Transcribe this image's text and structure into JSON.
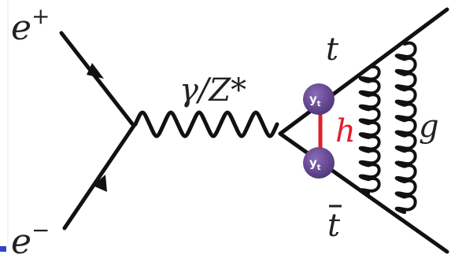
{
  "labels": {
    "e_plus": "e",
    "e_plus_sup": "+",
    "e_minus": "e",
    "e_minus_sup": "−",
    "boson": "γ/Z*",
    "top": "t",
    "antitop": "t",
    "higgs": "h",
    "gluon": "g",
    "yt_main": "y",
    "yt_sub": "t"
  },
  "colors": {
    "line": "#111111",
    "vertex": "#6a4c94",
    "higgs": "#e0202c",
    "accent": "#2f45c8"
  },
  "icons": {
    "left_marker": "blue-square-marker"
  }
}
